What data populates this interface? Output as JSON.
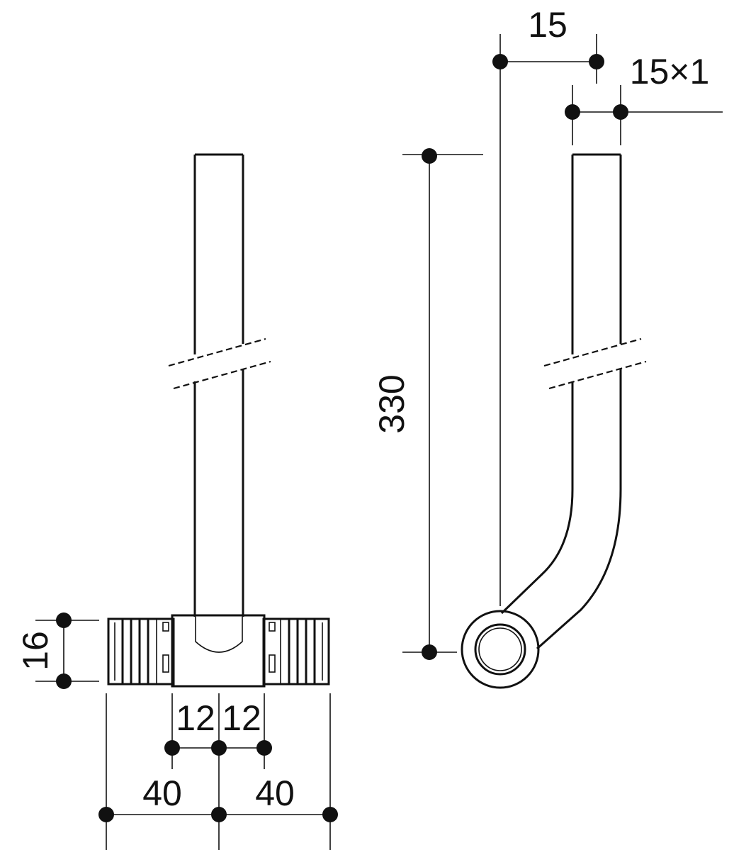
{
  "dimensions": {
    "left_view": {
      "height_label": "16",
      "offset_left": "12",
      "offset_right": "12",
      "length_left": "40",
      "length_right": "40"
    },
    "right_view": {
      "offset_label": "15",
      "pipe_size_label": "15×1",
      "height_label": "330"
    }
  },
  "colors": {
    "stroke": "#111111",
    "background": "#ffffff",
    "socket_fill": "#ffffff"
  }
}
